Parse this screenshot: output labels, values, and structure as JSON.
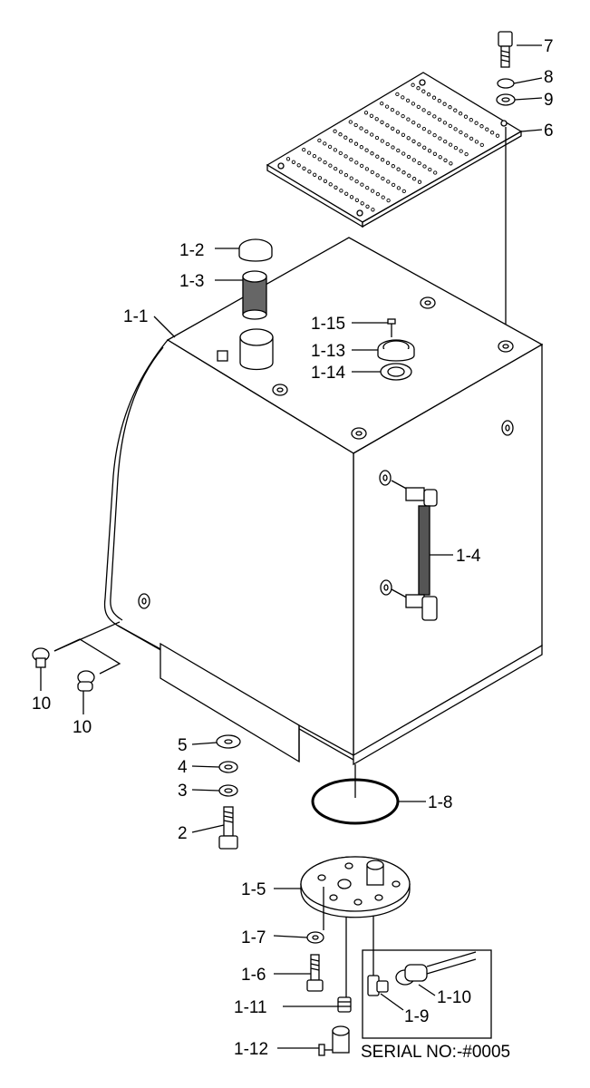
{
  "labels": {
    "l7": "7",
    "l8": "8",
    "l9": "9",
    "l6": "6",
    "l1_2": "1-2",
    "l1_3": "1-3",
    "l1_1": "1-1",
    "l1_15": "1-15",
    "l1_13": "1-13",
    "l1_14": "1-14",
    "l1_4": "1-4",
    "l10a": "10",
    "l10b": "10",
    "l5": "5",
    "l4": "4",
    "l3": "3",
    "l2": "2",
    "l1_8": "1-8",
    "l1_5": "1-5",
    "l1_7": "1-7",
    "l1_6": "1-6",
    "l1_11": "1-11",
    "l1_12": "1-12",
    "l1_10": "1-10",
    "l1_9": "1-9"
  },
  "serial": "SERIAL NO:-#0005"
}
